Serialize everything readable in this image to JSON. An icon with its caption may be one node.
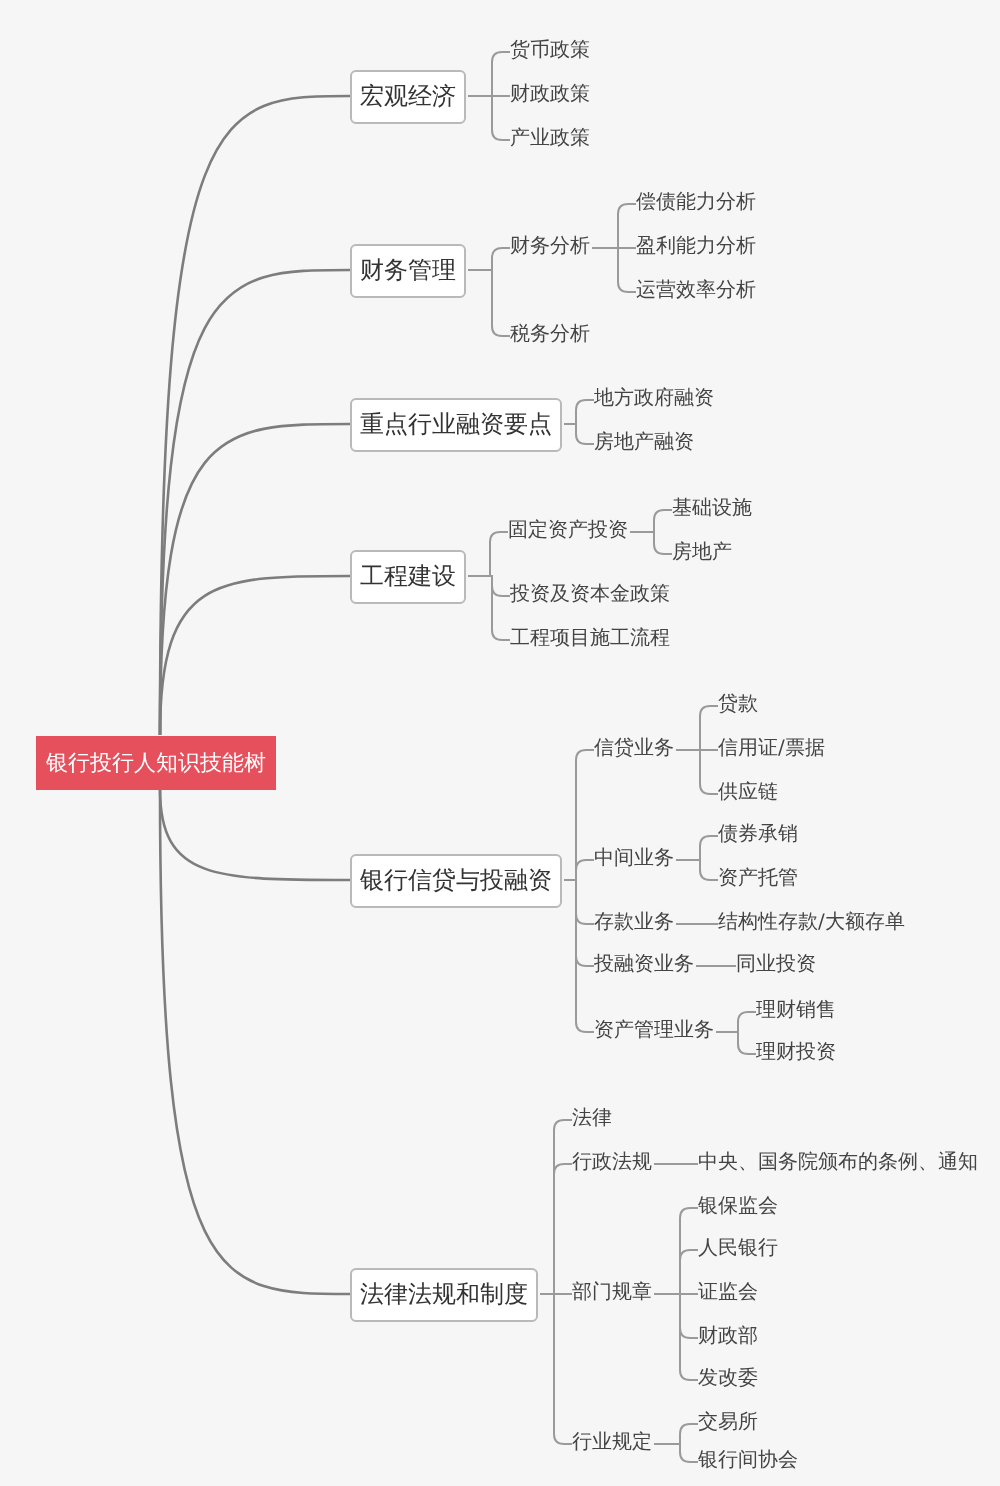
{
  "diagram": {
    "nodes": [
      {
        "text": [
          "银行投行人知识技能树"
        ]
      },
      {
        "text": [
          "宏观经济"
        ]
      },
      {
        "text": [
          "货币政策"
        ]
      },
      {
        "text": [
          "财政政策"
        ]
      },
      {
        "text": [
          "产业政策"
        ]
      },
      {
        "text": [
          "财务管理"
        ]
      },
      {
        "text": [
          "财务分析"
        ]
      },
      {
        "text": [
          "偿债能力分析"
        ]
      },
      {
        "text": [
          "盈利能力分析"
        ]
      },
      {
        "text": [
          "运营效率分析"
        ]
      },
      {
        "text": [
          "税务分析"
        ]
      },
      {
        "text": [
          "重点行业融资要点"
        ]
      },
      {
        "text": [
          "地方政府融资"
        ]
      },
      {
        "text": [
          "房地产融资"
        ]
      },
      {
        "text": [
          "工程建设"
        ]
      },
      {
        "text": [
          "固定资产投资"
        ]
      },
      {
        "text": [
          "基础设施"
        ]
      },
      {
        "text": [
          "房地产"
        ]
      },
      {
        "text": [
          "投资及资本金政策"
        ]
      },
      {
        "text": [
          "工程项目施工流程"
        ]
      },
      {
        "text": [
          "银行信贷与投融资"
        ]
      },
      {
        "text": [
          "信贷业务"
        ]
      },
      {
        "text": [
          "贷款"
        ]
      },
      {
        "text": [
          "信用证/票据"
        ]
      },
      {
        "text": [
          "供应链"
        ]
      },
      {
        "text": [
          "中间业务"
        ]
      },
      {
        "text": [
          "债券承销"
        ]
      },
      {
        "text": [
          "资产托管"
        ]
      },
      {
        "text": [
          "存款业务"
        ]
      },
      {
        "text": [
          "结构性存款/大额存单"
        ]
      },
      {
        "text": [
          "投融资业务"
        ]
      },
      {
        "text": [
          "同业投资"
        ]
      },
      {
        "text": [
          "资产管理业务"
        ]
      },
      {
        "text": [
          "理财销售"
        ]
      },
      {
        "text": [
          "理财投资"
        ]
      },
      {
        "text": [
          "法律法规和制度"
        ]
      },
      {
        "text": [
          "法律"
        ]
      },
      {
        "text": [
          "行政法规"
        ]
      },
      {
        "text": [
          "中央、国务院颁布的条例、通知"
        ]
      },
      {
        "text": [
          "部门规章"
        ]
      },
      {
        "text": [
          "银保监会"
        ]
      },
      {
        "text": [
          "人民银行"
        ]
      },
      {
        "text": [
          "证监会"
        ]
      },
      {
        "text": [
          "财政部"
        ]
      },
      {
        "text": [
          "发改委"
        ]
      },
      {
        "text": [
          "行业规定"
        ]
      },
      {
        "text": [
          "交易所"
        ]
      },
      {
        "text": [
          "银行间协会"
        ]
      }
    ],
    "edges": [
      {
        "from": 0,
        "to": 1,
        "arrow": "none"
      },
      {
        "from": 1,
        "to": 2,
        "arrow": "none"
      },
      {
        "from": 1,
        "to": 3,
        "arrow": "none"
      },
      {
        "from": 1,
        "to": 4,
        "arrow": "none"
      },
      {
        "from": 0,
        "to": 5,
        "arrow": "none"
      },
      {
        "from": 5,
        "to": 6,
        "arrow": "none"
      },
      {
        "from": 6,
        "to": 7,
        "arrow": "none"
      },
      {
        "from": 6,
        "to": 8,
        "arrow": "none"
      },
      {
        "from": 6,
        "to": 9,
        "arrow": "none"
      },
      {
        "from": 5,
        "to": 10,
        "arrow": "none"
      },
      {
        "from": 0,
        "to": 11,
        "arrow": "none"
      },
      {
        "from": 11,
        "to": 12,
        "arrow": "none"
      },
      {
        "from": 11,
        "to": 13,
        "arrow": "none"
      },
      {
        "from": 0,
        "to": 14,
        "arrow": "none"
      },
      {
        "from": 14,
        "to": 15,
        "arrow": "none"
      },
      {
        "from": 15,
        "to": 16,
        "arrow": "none"
      },
      {
        "from": 15,
        "to": 17,
        "arrow": "none"
      },
      {
        "from": 14,
        "to": 18,
        "arrow": "none"
      },
      {
        "from": 14,
        "to": 19,
        "arrow": "none"
      },
      {
        "from": 0,
        "to": 20,
        "arrow": "none"
      },
      {
        "from": 20,
        "to": 21,
        "arrow": "none"
      },
      {
        "from": 21,
        "to": 22,
        "arrow": "none"
      },
      {
        "from": 21,
        "to": 23,
        "arrow": "none"
      },
      {
        "from": 21,
        "to": 24,
        "arrow": "none"
      },
      {
        "from": 20,
        "to": 25,
        "arrow": "none"
      },
      {
        "from": 25,
        "to": 26,
        "arrow": "none"
      },
      {
        "from": 25,
        "to": 27,
        "arrow": "none"
      },
      {
        "from": 20,
        "to": 28,
        "arrow": "none"
      },
      {
        "from": 28,
        "to": 29,
        "arrow": "none"
      },
      {
        "from": 20,
        "to": 30,
        "arrow": "none"
      },
      {
        "from": 30,
        "to": 31,
        "arrow": "none"
      },
      {
        "from": 20,
        "to": 32,
        "arrow": "none"
      },
      {
        "from": 32,
        "to": 33,
        "arrow": "none"
      },
      {
        "from": 32,
        "to": 34,
        "arrow": "none"
      },
      {
        "from": 0,
        "to": 35,
        "arrow": "none"
      },
      {
        "from": 35,
        "to": 36,
        "arrow": "none"
      },
      {
        "from": 35,
        "to": 37,
        "arrow": "none"
      },
      {
        "from": 37,
        "to": 38,
        "arrow": "none"
      },
      {
        "from": 35,
        "to": 39,
        "arrow": "none"
      },
      {
        "from": 39,
        "to": 40,
        "arrow": "none"
      },
      {
        "from": 39,
        "to": 41,
        "arrow": "none"
      },
      {
        "from": 39,
        "to": 42,
        "arrow": "none"
      },
      {
        "from": 39,
        "to": 43,
        "arrow": "none"
      },
      {
        "from": 39,
        "to": 44,
        "arrow": "none"
      },
      {
        "from": 35,
        "to": 45,
        "arrow": "none"
      },
      {
        "from": 45,
        "to": 46,
        "arrow": "none"
      },
      {
        "from": 45,
        "to": 47,
        "arrow": "none"
      }
    ]
  }
}
